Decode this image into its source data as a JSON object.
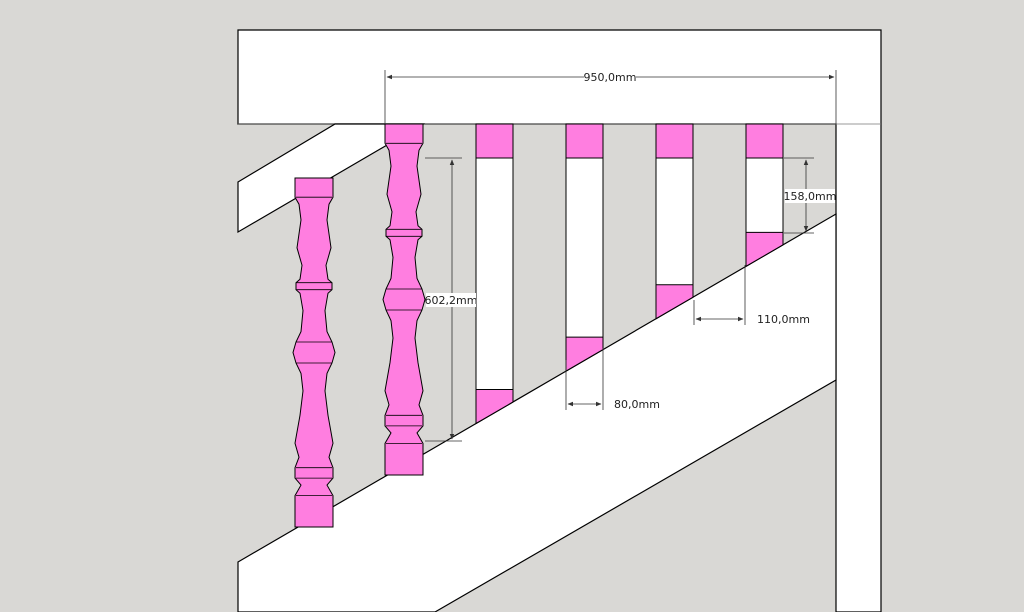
{
  "colors": {
    "background": "#d9d8d5",
    "structure": "#ffffff",
    "highlight": "#ff7ee0",
    "outline": "#000000",
    "dimension": "#333333"
  },
  "dimensions": {
    "total_width": "950,0mm",
    "baluster_height": "602,2mm",
    "block_height": "158,0mm",
    "gap_width": "110,0mm",
    "baluster_width": "80,0mm"
  }
}
